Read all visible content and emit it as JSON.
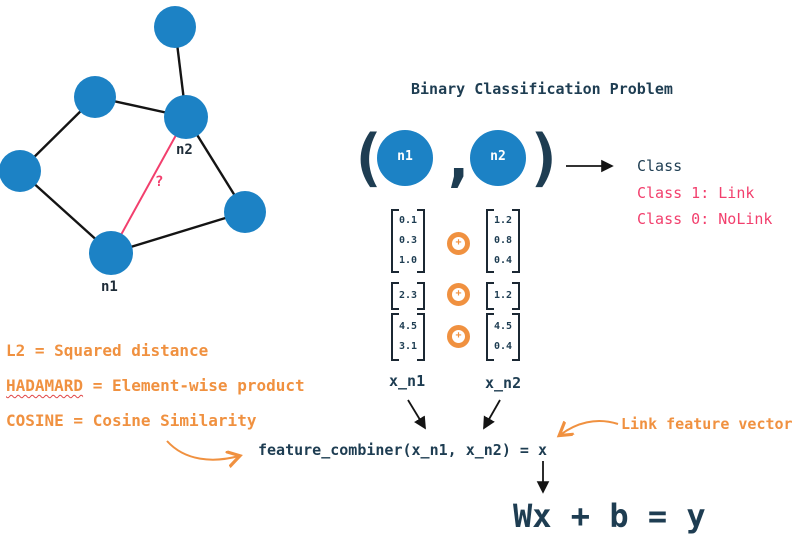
{
  "title": "Binary Classification Problem",
  "colors": {
    "node_blue": "#1c82c5",
    "navy_text": "#1e3d52",
    "pink": "#f23f6d",
    "orange": "#f09140"
  },
  "graph": {
    "n1_label": "n1",
    "n2_label": "n2",
    "missing_edge_mark": "?"
  },
  "tuple": {
    "open_paren": "(",
    "comma": ",",
    "close_paren": ")",
    "n1": "n1",
    "n2": "n2"
  },
  "classes": {
    "heading": "Class",
    "class1": "Class 1: Link",
    "class0": "Class 0: NoLink"
  },
  "vectors": {
    "operator": "+",
    "rows": [
      {
        "left": [
          "0.1",
          "0.3",
          "1.0"
        ],
        "right": [
          "1.2",
          "0.8",
          "0.4"
        ]
      },
      {
        "left": [
          "2.3"
        ],
        "right": [
          "1.2"
        ]
      },
      {
        "left": [
          "4.5",
          "3.1"
        ],
        "right": [
          "4.5",
          "0.4"
        ]
      }
    ],
    "left_label": "x_n1",
    "right_label": "x_n2"
  },
  "legend": [
    {
      "keyword": "L2",
      "rest": " = Squared distance"
    },
    {
      "keyword": "HADAMARD",
      "rest": " = Element-wise product"
    },
    {
      "keyword": "COSINE",
      "rest": " = Cosine Similarity"
    }
  ],
  "combiner_formula": "feature_combiner(x_n1, x_n2) = x",
  "link_feature_label": "Link feature vector",
  "final_equation": "Wx + b = y"
}
